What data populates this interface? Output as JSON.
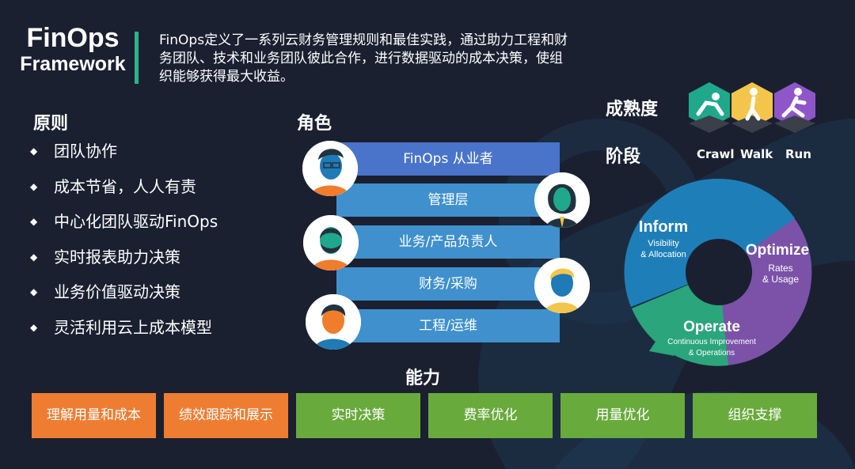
{
  "header": {
    "title_line1": "FinOps",
    "title_line2": "Framework",
    "intro": "FinOps定义了一系列云财务管理规则和最佳实践，通过助力工程和财务团队、技术和业务团队彼此合作，进行数据驱动的成本决策，使组织能够获得最大收益。"
  },
  "principles": {
    "heading": "原则",
    "items": [
      "团队协作",
      "成本节省，人人有责",
      "中心化团队驱动FinOps",
      "实时报表助力决策",
      "业务价值驱动决策",
      "灵活利用云上成本模型"
    ]
  },
  "roles": {
    "heading": "角色",
    "items": [
      "FinOps 从业者",
      "管理层",
      "业务/产品负责人",
      "财务/采购",
      "工程/运维"
    ]
  },
  "maturity": {
    "heading": "成熟度",
    "levels": [
      "Crawl",
      "Walk",
      "Run"
    ]
  },
  "phases": {
    "heading": "阶段",
    "inform": {
      "title": "Inform",
      "line1": "Visibility",
      "line2": "& Allocation"
    },
    "optimize": {
      "title": "Optimize",
      "line1": "Rates",
      "line2": "& Usage"
    },
    "operate": {
      "title": "Operate",
      "line1": "Continuous Improvement",
      "line2": "& Operations"
    }
  },
  "capabilities": {
    "heading": "能力",
    "items": [
      {
        "label": "理解用量和成本",
        "color": "orange"
      },
      {
        "label": "绩效跟踪和展示",
        "color": "orange"
      },
      {
        "label": "实时决策",
        "color": "green"
      },
      {
        "label": "费率优化",
        "color": "green"
      },
      {
        "label": "用量优化",
        "color": "green"
      },
      {
        "label": "组织支撑",
        "color": "green"
      }
    ]
  },
  "colors": {
    "background": "#1a2030",
    "accent_green": "#2ab38c",
    "role_bar": "#3f90cc",
    "role_bar_first": "#4a74c9",
    "inform": "#1e7fb8",
    "optimize": "#7b52a8",
    "operate": "#2aa57c",
    "capability_orange": "#ee7d32",
    "capability_green": "#69aa3c"
  }
}
